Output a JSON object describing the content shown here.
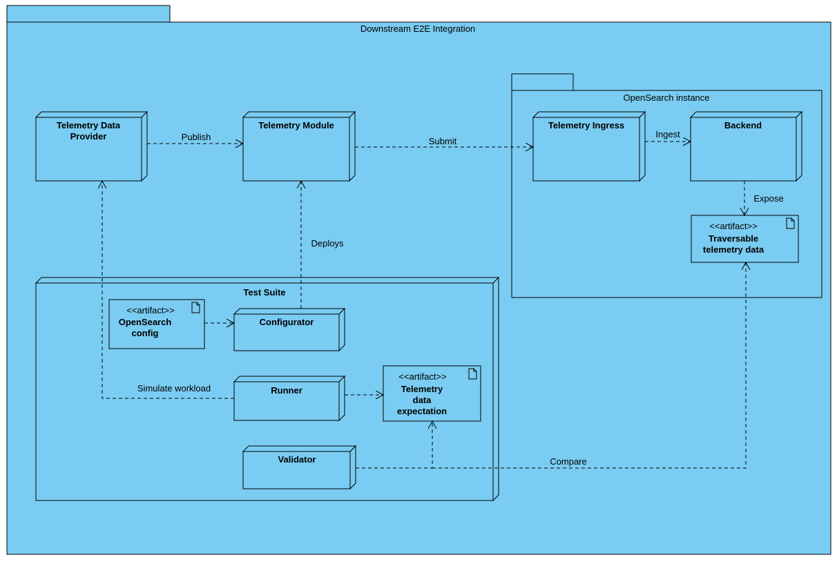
{
  "colors": {
    "fill": "#7ACCF2",
    "stroke": "#000000"
  },
  "outer_package": {
    "title": "Downstream E2E Integration"
  },
  "opensearch_package": {
    "title": "OpenSearch instance"
  },
  "nodes": {
    "provider": {
      "line1": "Telemetry Data",
      "line2": "Provider"
    },
    "module": {
      "line1": "Telemetry Module"
    },
    "ingress": {
      "line1": "Telemetry Ingress"
    },
    "backend": {
      "line1": "Backend"
    },
    "test_suite": {
      "line1": "Test Suite"
    },
    "configurator": {
      "line1": "Configurator"
    },
    "runner": {
      "line1": "Runner"
    },
    "validator": {
      "line1": "Validator"
    }
  },
  "artifacts": {
    "traversable": {
      "stereotype": "<<artifact>>",
      "line1": "Traversable",
      "line2": "telemetry data"
    },
    "config": {
      "stereotype": "<<artifact>>",
      "line1": "OpenSearch",
      "line2": "config"
    },
    "expectation": {
      "stereotype": "<<artifact>>",
      "line1": "Telemetry",
      "line2": "data",
      "line3": "expectation"
    }
  },
  "edges": {
    "publish": "Publish",
    "submit": "Submit",
    "ingest": "Ingest",
    "expose": "Expose",
    "deploys": "Deploys",
    "simulate": "Simulate workload",
    "compare": "Compare"
  },
  "icons": {
    "artifact": "document-icon",
    "arrowhead": "open-arrow-icon"
  }
}
